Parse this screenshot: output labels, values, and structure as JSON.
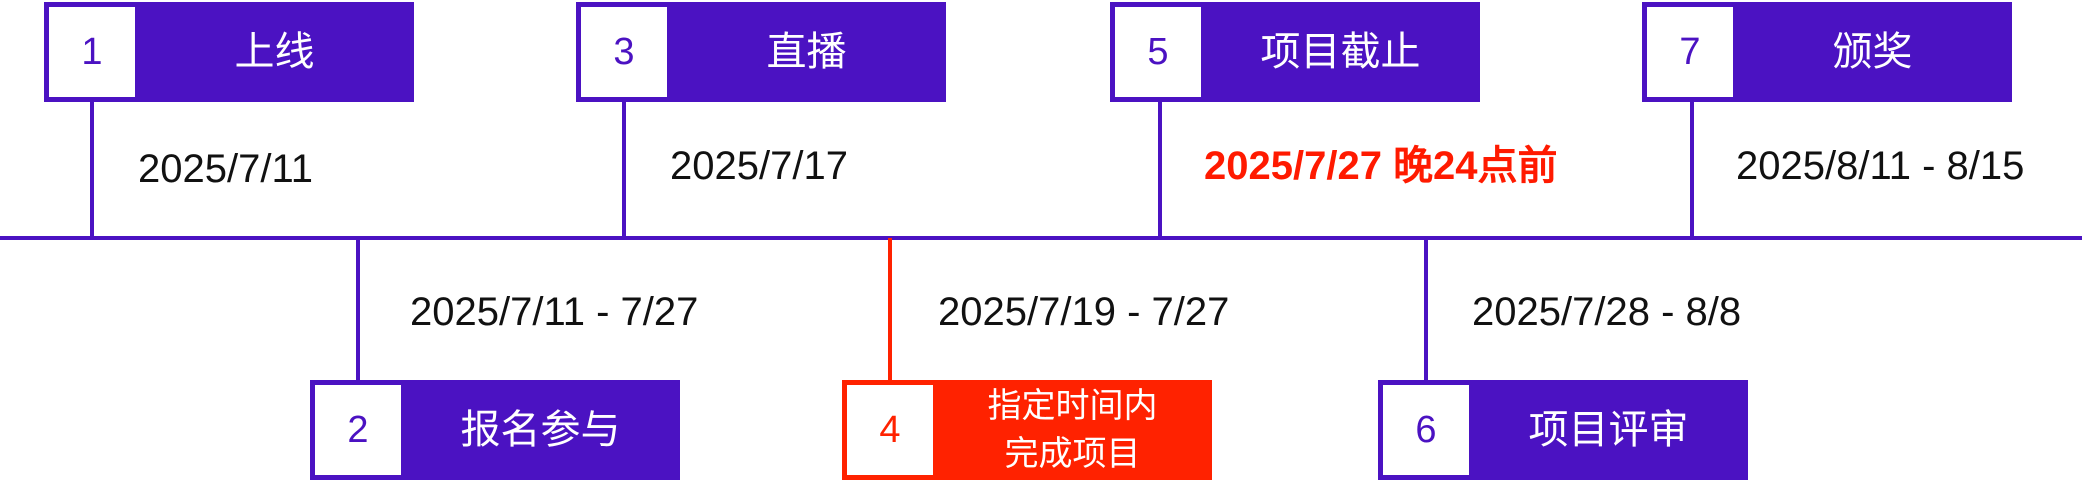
{
  "timeline": {
    "steps": [
      {
        "number": "1",
        "label": "上线",
        "date": "2025/7/11"
      },
      {
        "number": "2",
        "label": "报名参与",
        "date": "2025/7/11 - 7/27"
      },
      {
        "number": "3",
        "label": "直播",
        "date": "2025/7/17"
      },
      {
        "number": "4",
        "label": "指定时间内\n完成项目",
        "date": "2025/7/19 - 7/27"
      },
      {
        "number": "5",
        "label": "项目截止",
        "date": "2025/7/27 晚24点前"
      },
      {
        "number": "6",
        "label": "项目评审",
        "date": "2025/7/28 - 8/8"
      },
      {
        "number": "7",
        "label": "颁奖",
        "date": "2025/8/11 - 8/15"
      }
    ],
    "colors": {
      "primary": "#4b12c2",
      "highlight": "#ff2200",
      "text": "#111111"
    }
  }
}
